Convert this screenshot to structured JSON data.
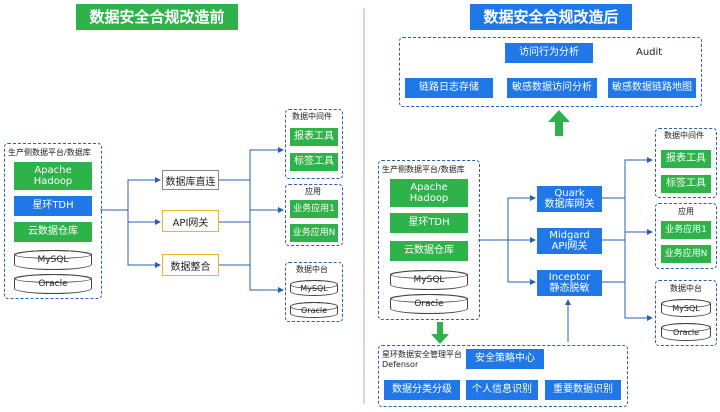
{
  "before": {
    "title": "数据安全合规改造前",
    "source": {
      "label": "生产侧数据平台/数据库",
      "items": [
        "Apache\nHadoop",
        "星环TDH",
        "云数据仓库"
      ],
      "dbs": [
        "MySQL",
        "Oracle"
      ]
    },
    "methods": [
      "数据库直连",
      "API网关",
      "数据整合"
    ],
    "middleware": {
      "label": "数据中间件",
      "items": [
        "报表工具",
        "标签工具"
      ]
    },
    "apps": {
      "label": "应用",
      "items": [
        "业务应用1",
        "业务应用N"
      ]
    },
    "datacenter": {
      "label": "数据中台",
      "dbs": [
        "MySQL",
        "Oracle"
      ]
    }
  },
  "after": {
    "title": "数据安全合规改造后",
    "audit": {
      "top": "访问行为分析",
      "label": "Audit",
      "items": [
        "链路日志存储",
        "敏感数据访问分析",
        "敏感数据链路地图"
      ]
    },
    "source": {
      "label": "生产侧数据平台/数据库",
      "items": [
        "Apache\nHadoop",
        "星环TDH",
        "云数据仓库"
      ],
      "dbs": [
        "MySQL",
        "Oracle"
      ]
    },
    "gateways": [
      "Quark\n数据库网关",
      "Midgard\nAPI网关",
      "Inceptor\n静态脱敏"
    ],
    "middleware": {
      "label": "数据中间件",
      "items": [
        "报表工具",
        "标签工具"
      ]
    },
    "apps": {
      "label": "应用",
      "items": [
        "业务应用1",
        "业务应用N"
      ]
    },
    "datacenter": {
      "label": "数据中台",
      "dbs": [
        "MySQL",
        "Oracle"
      ]
    },
    "defensor": {
      "label1": "星环数据安全管理平台",
      "label2": "Defensor",
      "center": "安全策略中心",
      "items": [
        "数据分类分级",
        "个人信息识别",
        "重要数据识别"
      ]
    }
  },
  "colors": {
    "green": "#2db34a",
    "blue": "#1f77e8",
    "yellow": "#e8b820",
    "dash": "#2a5fb0"
  }
}
